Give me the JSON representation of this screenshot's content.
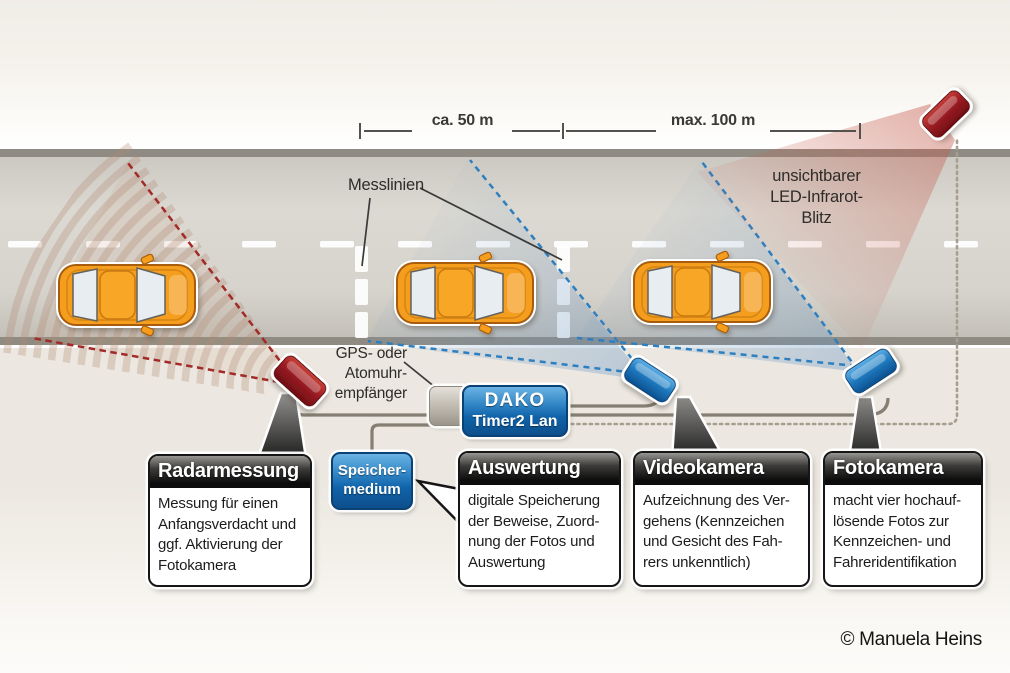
{
  "measurements": {
    "segment1": "ca. 50 m",
    "segment2": "max. 100 m"
  },
  "labels": {
    "messlinien": "Messlinien",
    "gps_receiver": "GPS- oder\nAtomuhr-\nempfänger",
    "led_flash": "unsichtbarer\nLED-Infrarot-\nBlitz"
  },
  "devices": {
    "dako_line1": "DAKO",
    "dako_line2": "Timer2 Lan",
    "speichermedium": "Speicher-\nmedium"
  },
  "bubbles": [
    {
      "title": "Radarmessung",
      "body": "Messung für einen Anfangsverdacht und ggf. Aktivierung der Fotokamera"
    },
    {
      "title": "Auswertung",
      "body": "digitale Speicherung der Beweise, Zuord-nung der Fotos und Auswertung"
    },
    {
      "title": "Videokamera",
      "body": "Aufzeichnung des Ver-gehens (Kennzeichen und Gesicht des Fah-rers unkenntlich)"
    },
    {
      "title": "Fotokamera",
      "body": "macht vier hochauf-lösende Fotos zur Kennzeichen- und Fahreridentifikation"
    }
  ],
  "credit": "© Manuela Heins",
  "colors": {
    "car_orange": "#f59d1e",
    "device_red": "#9c1c24",
    "camera_blue": "#1e78bd",
    "badge_blue": "#1565ab",
    "road_gray": "#d5d2cb",
    "radar_beam_tan": "#b88872",
    "flash_cone_pink": "#c55e50"
  }
}
